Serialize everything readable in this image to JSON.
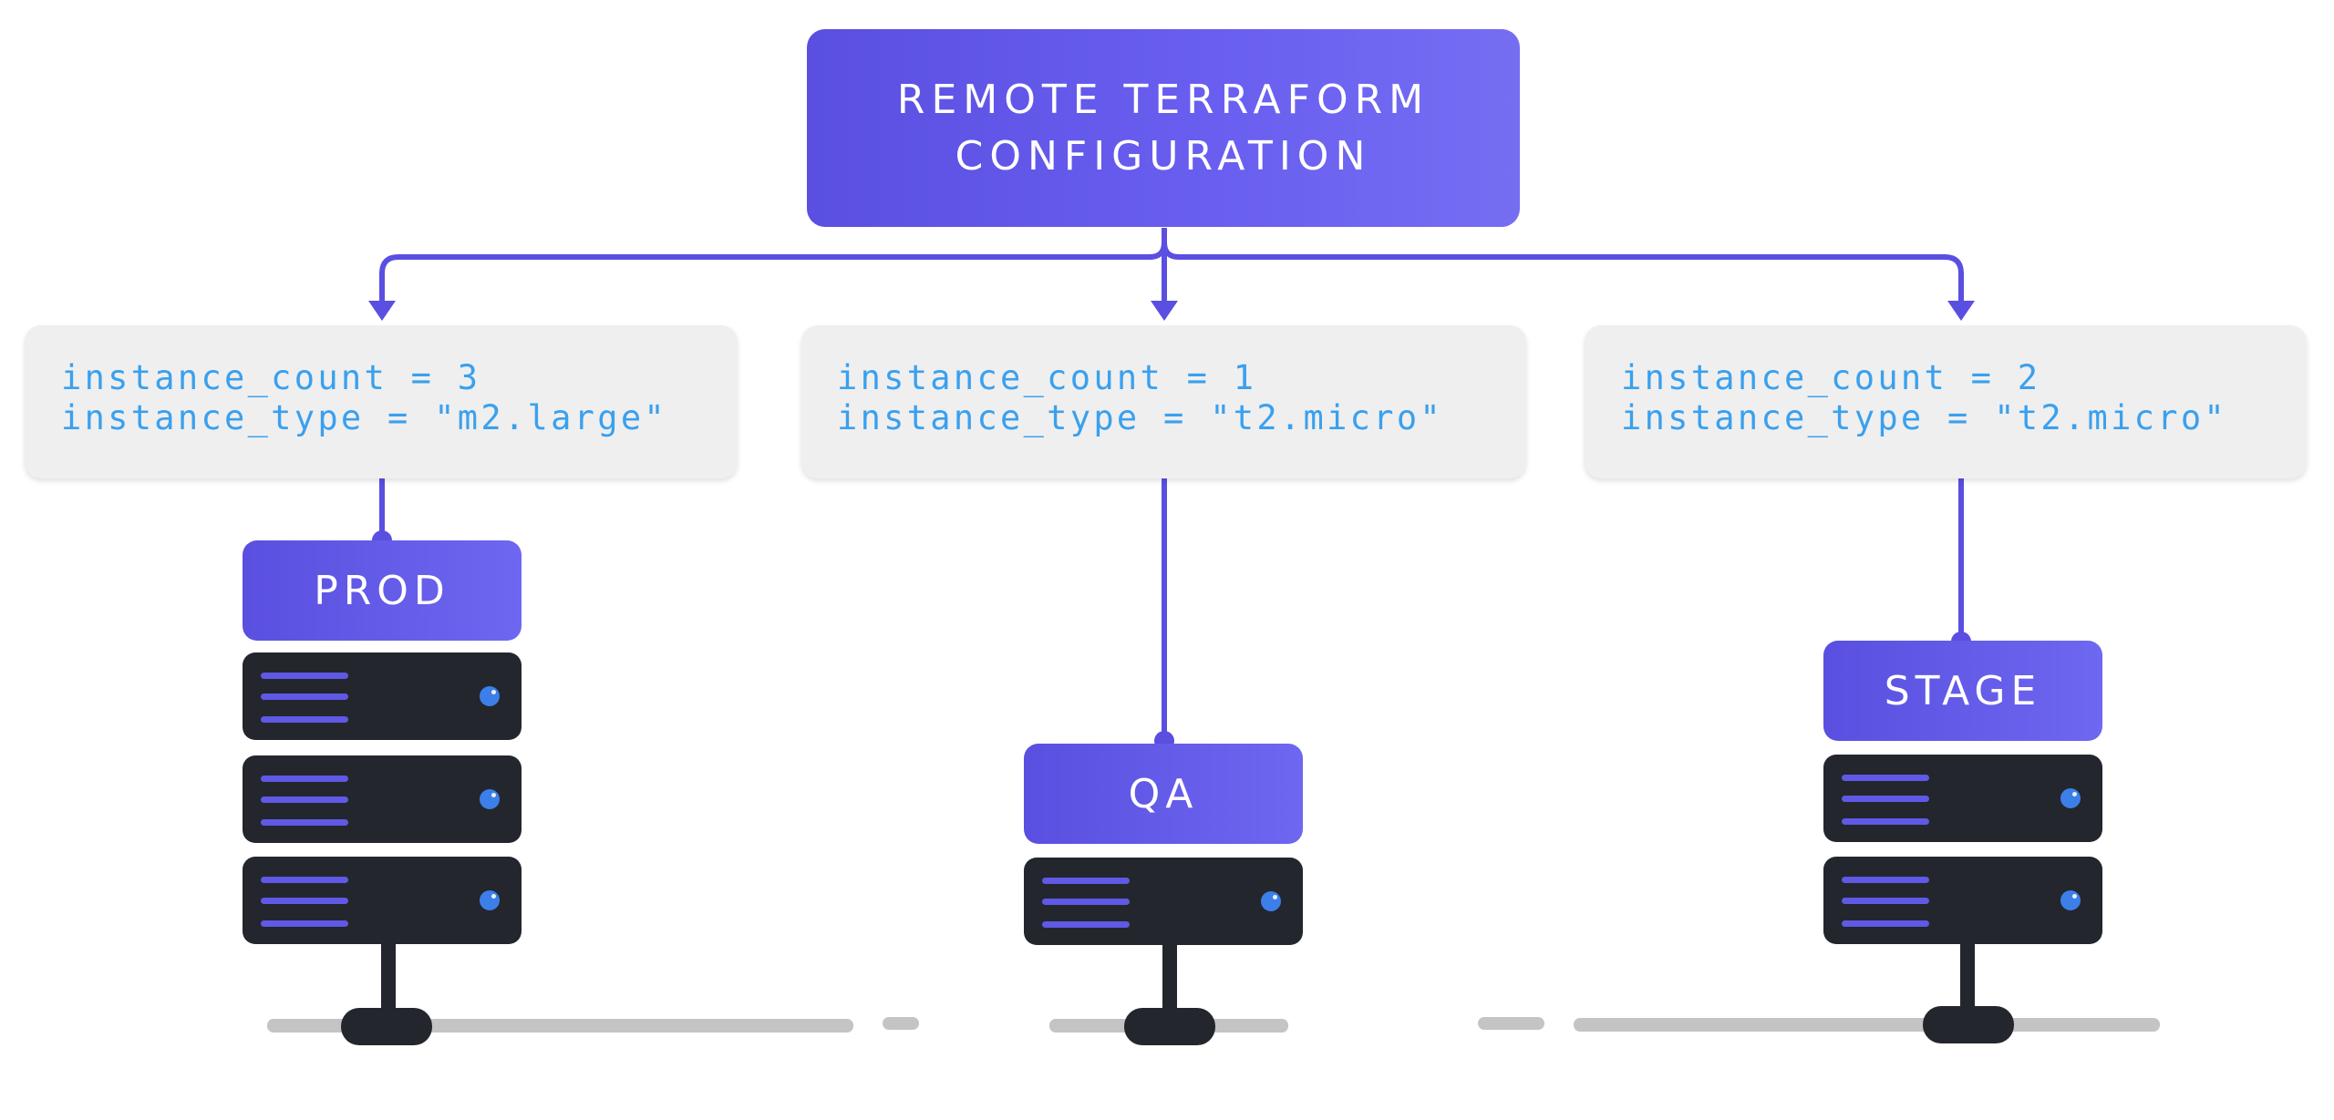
{
  "diagram": {
    "root": {
      "title": "REMOTE TERRAFORM\nCONFIGURATION",
      "color": "#5a4fe0"
    },
    "environments": [
      {
        "id": "prod",
        "label": "PROD",
        "variables": [
          "instance_count = 3",
          "instance_type = \"m2.large\""
        ],
        "server_count": 3
      },
      {
        "id": "qa",
        "label": "QA",
        "variables": [
          "instance_count = 1",
          "instance_type = \"t2.micro\""
        ],
        "server_count": 1
      },
      {
        "id": "stage",
        "label": "STAGE",
        "variables": [
          "instance_count = 2",
          "instance_type = \"t2.micro\""
        ],
        "server_count": 2
      }
    ],
    "colors": {
      "accent": "#5a4fe0",
      "code_text": "#3aa0ee",
      "card_bg": "#efefef",
      "server_body": "#23262d",
      "server_led": "#3c7fe8",
      "ground": "#c4c4c4"
    }
  }
}
